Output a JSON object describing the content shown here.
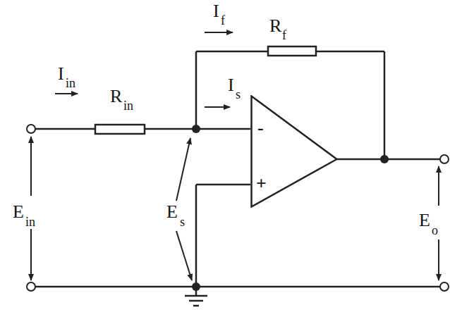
{
  "diagram": {
    "nodes": [
      {
        "text": [
          "-",
          "+"
        ]
      }
    ],
    "labels": [
      "I",
      "in",
      "R",
      "in",
      "I",
      "f",
      "R",
      "f",
      "I",
      "s",
      "E",
      "s",
      "E",
      "in",
      "E",
      "o"
    ]
  }
}
